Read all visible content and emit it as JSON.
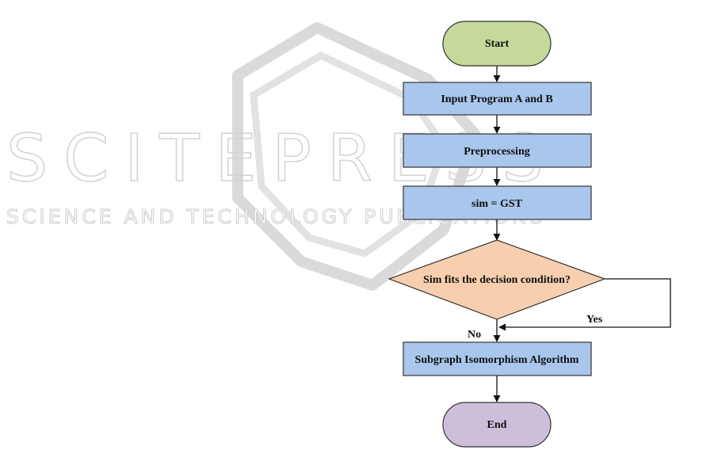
{
  "watermark": {
    "title": "SCITEPRESS",
    "subtitle": "SCIENCE AND TECHNOLOGY PUBLICATIONS"
  },
  "flowchart": {
    "start": "Start",
    "input": "Input Program A and B",
    "preprocess": "Preprocessing",
    "sim": "sim = GST",
    "decision": "Sim fits the decision condition?",
    "yes_label": "Yes",
    "no_label": "No",
    "subgraph": "Subgraph Isomorphism Algorithm",
    "end": "End"
  },
  "colors": {
    "terminal_start_fill": "#c5d99b",
    "terminal_end_fill": "#cdbfdc",
    "process_fill": "#a9c6ec",
    "decision_fill": "#f8cfae",
    "stroke": "#333333",
    "watermark": "#d4d4d4"
  }
}
